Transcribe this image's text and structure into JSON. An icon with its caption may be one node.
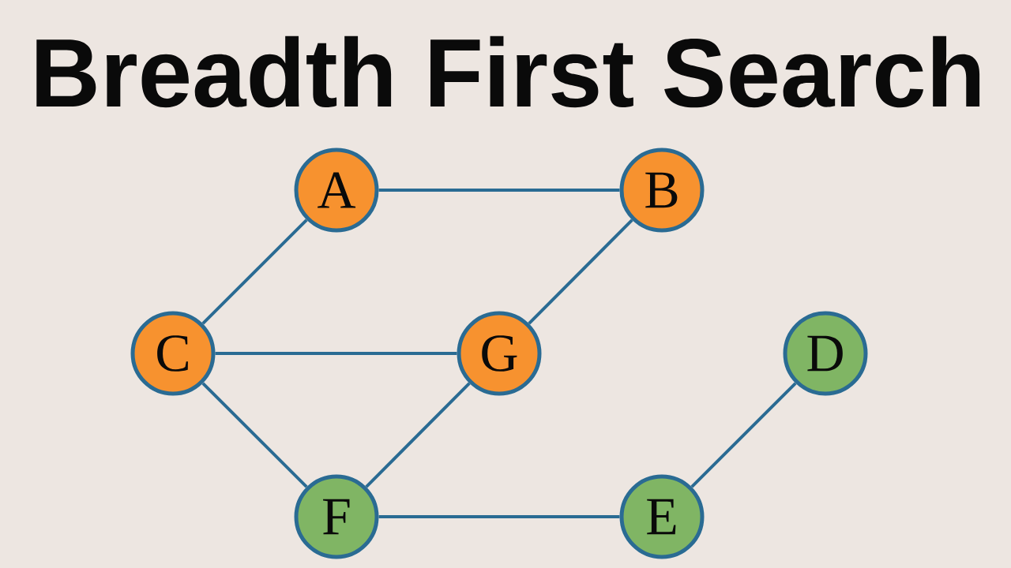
{
  "diagram": {
    "title": "Breadth First Search",
    "nodes": [
      {
        "text": [
          "A"
        ]
      },
      {
        "text": [
          "B"
        ]
      },
      {
        "text": [
          "C"
        ]
      },
      {
        "text": [
          "G"
        ]
      },
      {
        "text": [
          "D"
        ]
      },
      {
        "text": [
          "F"
        ]
      },
      {
        "text": [
          "E"
        ]
      }
    ],
    "edges": [
      {
        "from": 0,
        "to": 1,
        "arrow": "none"
      },
      {
        "from": 0,
        "to": 2,
        "arrow": "none"
      },
      {
        "from": 1,
        "to": 3,
        "arrow": "none"
      },
      {
        "from": 2,
        "to": 3,
        "arrow": "none"
      },
      {
        "from": 2,
        "to": 5,
        "arrow": "none"
      },
      {
        "from": 3,
        "to": 5,
        "arrow": "none"
      },
      {
        "from": 5,
        "to": 6,
        "arrow": "none"
      },
      {
        "from": 6,
        "to": 4,
        "arrow": "none"
      }
    ]
  }
}
